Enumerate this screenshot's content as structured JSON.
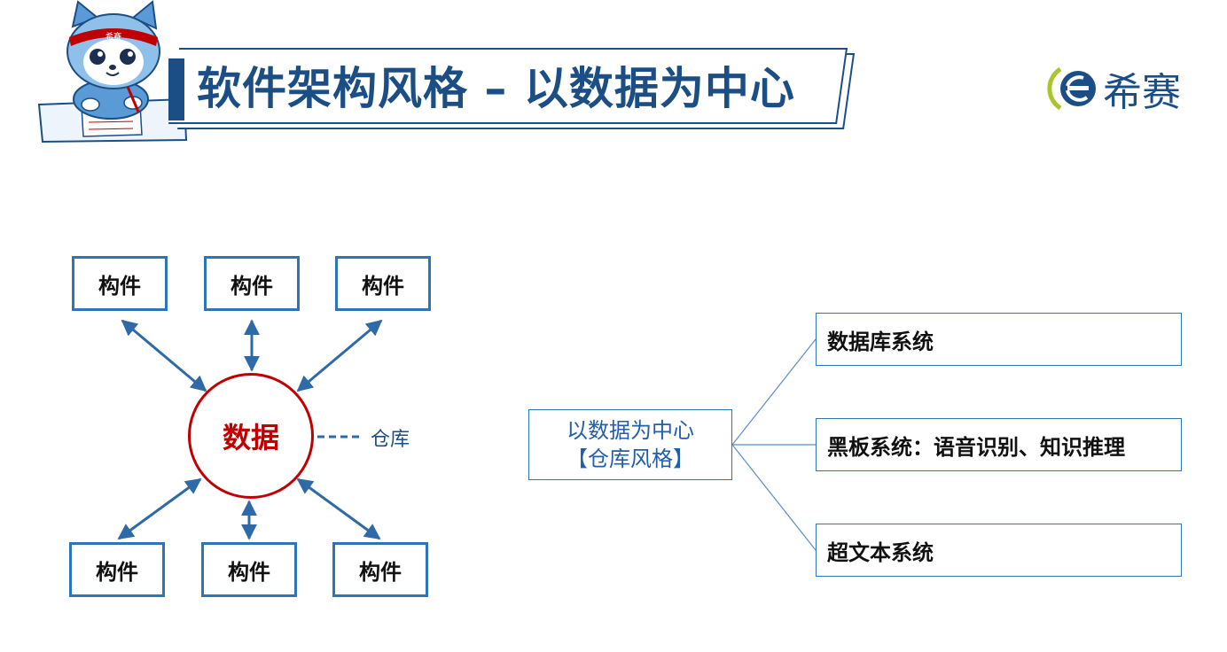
{
  "header": {
    "title": "软件架构风格 – 以数据为中心",
    "logo_text": "希赛",
    "mascot_headband": "希赛"
  },
  "left_diagram": {
    "components": [
      "构件",
      "构件",
      "构件",
      "构件",
      "构件",
      "构件"
    ],
    "center": "数据",
    "repository_label": "仓库"
  },
  "right_diagram": {
    "center_line1": "以数据为中心",
    "center_line2": "【仓库风格】",
    "systems": [
      "数据库系统",
      "黑板系统：语音识别、知识推理",
      "超文本系统"
    ]
  },
  "colors": {
    "primary_blue": "#1c4e86",
    "box_border": "#2e75b6",
    "data_red": "#c00000"
  }
}
